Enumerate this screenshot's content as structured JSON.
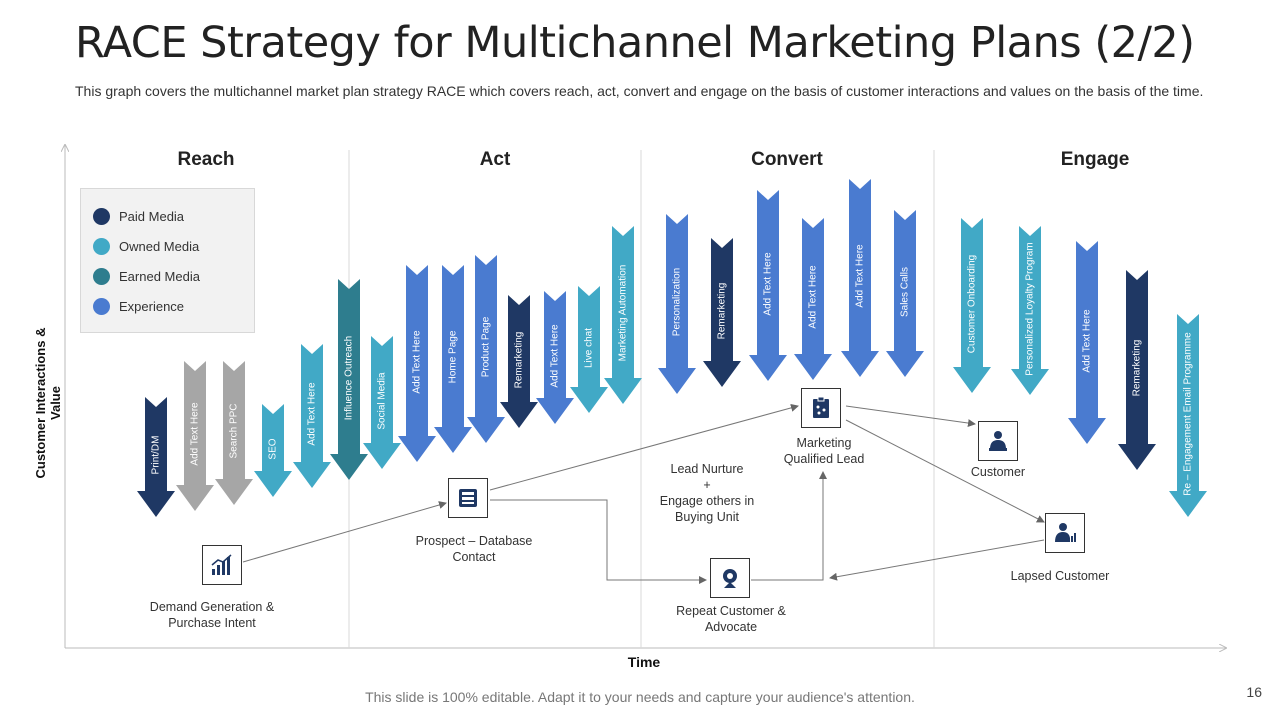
{
  "title": "RACE Strategy for Multichannel Marketing Plans (2/2)",
  "subtitle": "This graph covers the multichannel market plan strategy RACE which covers reach, act, convert and engage on the basis of customer interactions and values on the basis of the time.",
  "columns": [
    "Reach",
    "Act",
    "Convert",
    "Engage"
  ],
  "axis": {
    "y_label": "Customer Interactions & Value",
    "x_label": "Time"
  },
  "colors": {
    "paid": "#1f3864",
    "owned": "#41a9c6",
    "earned": "#2e7d8e",
    "experience": "#4a7bd0",
    "grey": "#a6a6a6"
  },
  "legend": [
    {
      "label": "Paid Media",
      "color": "#1f3864"
    },
    {
      "label": "Owned Media",
      "color": "#41a9c6"
    },
    {
      "label": "Earned Media",
      "color": "#2e7d8e"
    },
    {
      "label": "Experience",
      "color": "#4a7bd0"
    }
  ],
  "arrows": [
    {
      "label": "Print/DM",
      "type": "paid"
    },
    {
      "label": "Add Text Here",
      "type": "grey"
    },
    {
      "label": "Search PPC",
      "type": "grey"
    },
    {
      "label": "SEO",
      "type": "owned"
    },
    {
      "label": "Add Text Here",
      "type": "owned"
    },
    {
      "label": "Influence Outreach",
      "type": "earned"
    },
    {
      "label": "Social Media",
      "type": "owned"
    },
    {
      "label": "Add Text Here",
      "type": "experience"
    },
    {
      "label": "Home Page",
      "type": "experience"
    },
    {
      "label": "Product Page",
      "type": "experience"
    },
    {
      "label": "Remarketing",
      "type": "paid"
    },
    {
      "label": "Add Text Here",
      "type": "experience"
    },
    {
      "label": "Live chat",
      "type": "owned"
    },
    {
      "label": "Marketing Automation",
      "type": "owned"
    },
    {
      "label": "Personalization",
      "type": "experience"
    },
    {
      "label": "Remarketing",
      "type": "paid"
    },
    {
      "label": "Add Text Here",
      "type": "experience"
    },
    {
      "label": "Add Text Here",
      "type": "experience"
    },
    {
      "label": "Add Text Here",
      "type": "experience"
    },
    {
      "label": "Sales Calls",
      "type": "experience"
    },
    {
      "label": "Customer Onboarding",
      "type": "owned"
    },
    {
      "label": "Personalized Loyalty Program",
      "type": "owned"
    },
    {
      "label": "Add Text Here",
      "type": "experience"
    },
    {
      "label": "Remarketing",
      "type": "paid"
    },
    {
      "label": "Re – Engagement  Email Programme",
      "type": "owned"
    }
  ],
  "nodes": {
    "demand": {
      "label": "Demand Generation &\nPurchase Intent",
      "icon": "growth-chart-icon"
    },
    "prospect": {
      "label": "Prospect – Database\nContact",
      "icon": "database-icon"
    },
    "lead_nurture": {
      "label": "Lead Nurture\n+\nEngage others in\nBuying Unit"
    },
    "repeat": {
      "label": "Repeat Customer &\nAdvocate",
      "icon": "advocate-icon"
    },
    "mql": {
      "label": "Marketing\nQualified Lead",
      "icon": "clipboard-icon"
    },
    "customer": {
      "label": "Customer",
      "icon": "customer-icon"
    },
    "lapsed": {
      "label": "Lapsed Customer",
      "icon": "lapsed-customer-icon"
    }
  },
  "footer": "This slide is 100% editable. Adapt it to your needs and capture your audience's attention.",
  "page_number": "16"
}
